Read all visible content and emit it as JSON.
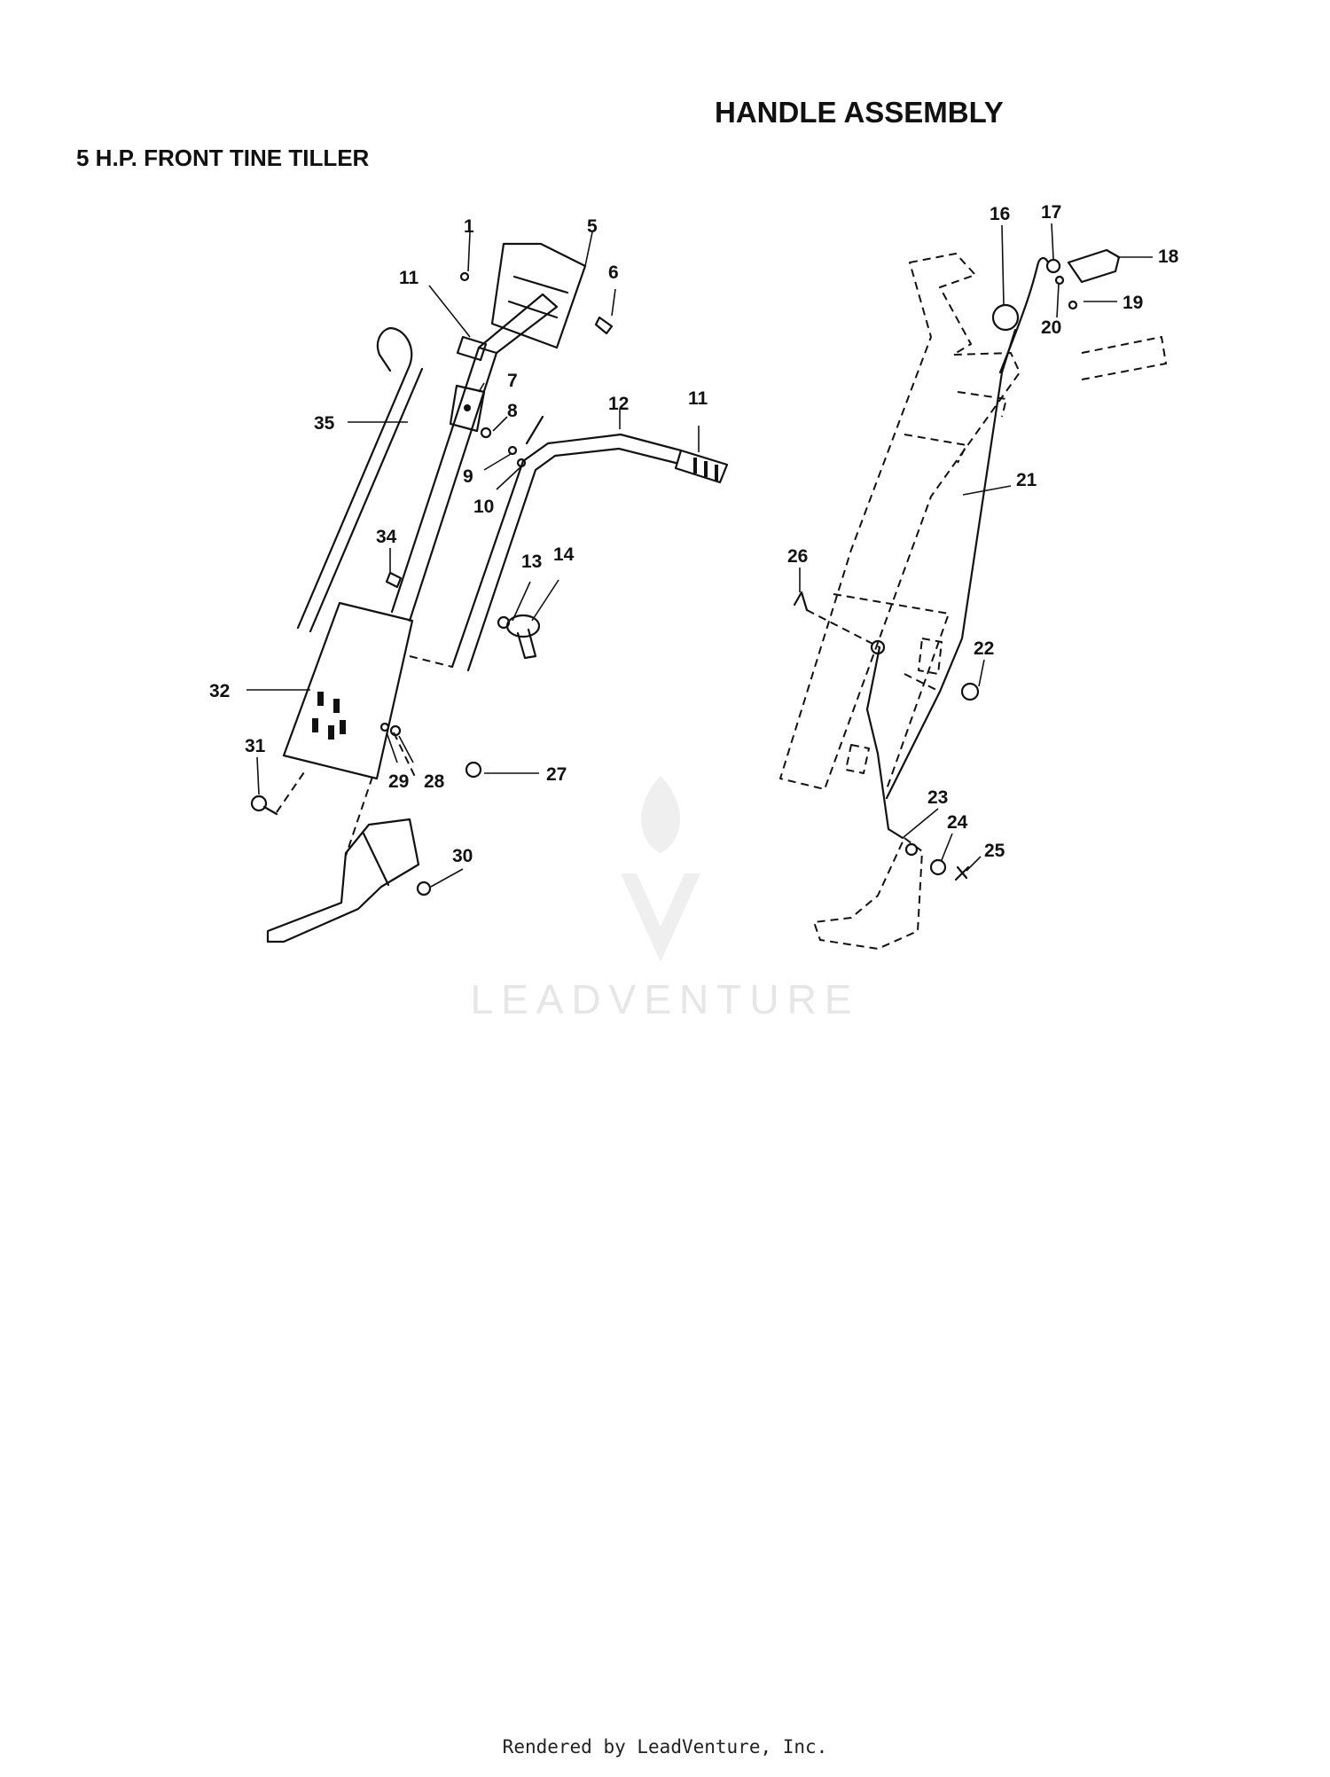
{
  "page": {
    "title": "HANDLE ASSEMBLY",
    "subtitle": "5 H.P. FRONT TINE TILLER",
    "footer": "Rendered by LeadVenture, Inc.",
    "watermark": "LEADVENTURE"
  },
  "callouts": {
    "left_view": [
      "1",
      "5",
      "6",
      "11",
      "7",
      "8",
      "35",
      "12",
      "11",
      "9",
      "10",
      "34",
      "13",
      "14",
      "32",
      "31",
      "29",
      "28",
      "27",
      "30"
    ],
    "right_view": [
      "16",
      "17",
      "18",
      "19",
      "20",
      "21",
      "26",
      "22",
      "23",
      "24",
      "25"
    ]
  }
}
